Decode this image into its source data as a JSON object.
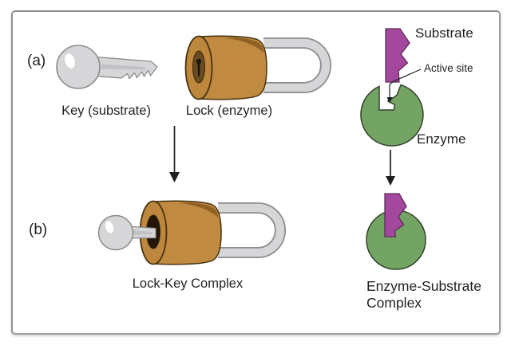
{
  "figure": {
    "row_a": {
      "label": "(a)",
      "key_caption": "Key (substrate)",
      "lock_caption": "Lock (enzyme)",
      "substrate_label": "Substrate",
      "active_site_label": "Active site",
      "enzyme_label": "Enzyme"
    },
    "row_b": {
      "label": "(b)",
      "lock_key_caption": "Lock-Key Complex",
      "enzyme_substrate_caption": [
        "Enzyme-Substrate",
        "Complex"
      ]
    }
  },
  "colors": {
    "substrate-purple": "#a4489e",
    "purple-outline": "#5c2c58",
    "enzyme-green": "#73a463",
    "green-outline": "#34432e",
    "lock-brown": "#c08b41",
    "lock-brown-dark": "#8f6124",
    "lock-face": "#bd873e",
    "lock-outline": "#46320f",
    "keyhole-brown": "#6b4b20",
    "metal-gray": "#d6d6d8",
    "metal-gray-dark": "#8c8c8f",
    "text": "#231f20",
    "border-gray": "#9e9e9e"
  }
}
